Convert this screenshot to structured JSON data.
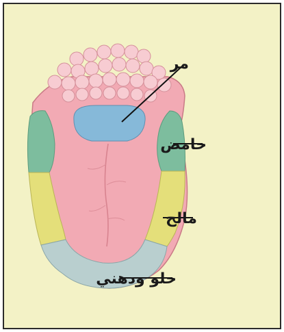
{
  "labels": {
    "bitter": "مر",
    "sour": "حامض",
    "salty": "مالح",
    "sweet": "حلو ودهني"
  },
  "colors": {
    "background": "#f3f2c6",
    "tongue": "#f2aab4",
    "papillae": "#f6c9cf",
    "bitter_zone": "#86b9d9",
    "sour_zone": "#7dbd9e",
    "salty_zone": "#e4df7a",
    "sweet_zone": "#b9cfcf"
  }
}
